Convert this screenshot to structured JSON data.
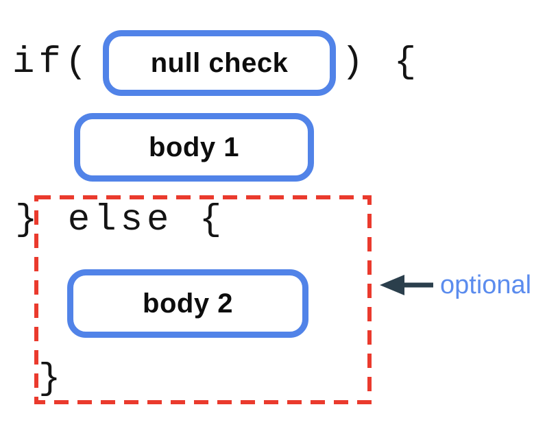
{
  "diagram": {
    "code": {
      "if_open": "if(",
      "close_paren_brace": ") {",
      "else_line": "} else {",
      "closing_brace": "}"
    },
    "boxes": {
      "condition": "null check",
      "body1": "body 1",
      "body2": "body 2"
    },
    "annotation": {
      "label": "optional"
    },
    "colors": {
      "box_border": "#5183e8",
      "dashed_border": "#ea3a2d",
      "arrow": "#2b3f4c",
      "annotation_text": "#5b8cee",
      "code_text": "#141414"
    }
  }
}
